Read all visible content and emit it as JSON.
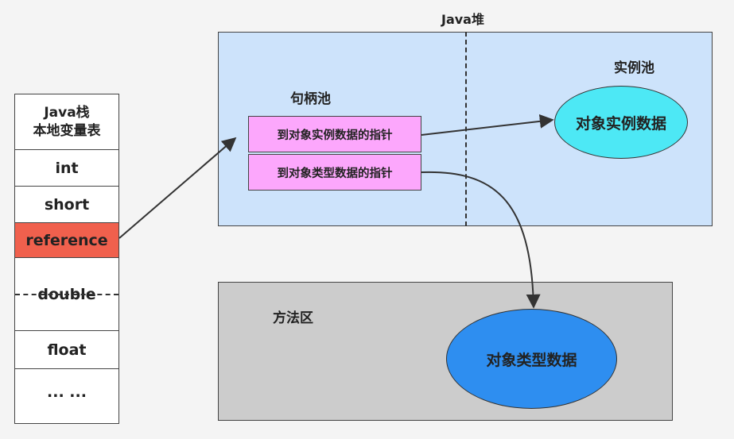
{
  "heap": {
    "title": "Java堆",
    "handle_pool_label": "句柄池",
    "instance_pool_label": "实例池"
  },
  "pointers": [
    {
      "label": "到对象实例数据的指针"
    },
    {
      "label": "到对象类型数据的指针"
    }
  ],
  "instance_data_label": "对象实例数据",
  "method_area": {
    "label": "方法区",
    "type_data_label": "对象类型数据"
  },
  "stack": {
    "header_line1": "Java栈",
    "header_line2": "本地变量表",
    "cells": [
      "int",
      "short",
      "reference",
      "double",
      "float",
      "... ..."
    ]
  },
  "colors": {
    "reference_cell": "#f0604d",
    "heap_bg": "#cde3fb",
    "pointer_bg": "#fca7fc",
    "instance_ellipse": "#4de8f5",
    "type_ellipse": "#2e8ef0",
    "method_bg": "#cccccc"
  }
}
